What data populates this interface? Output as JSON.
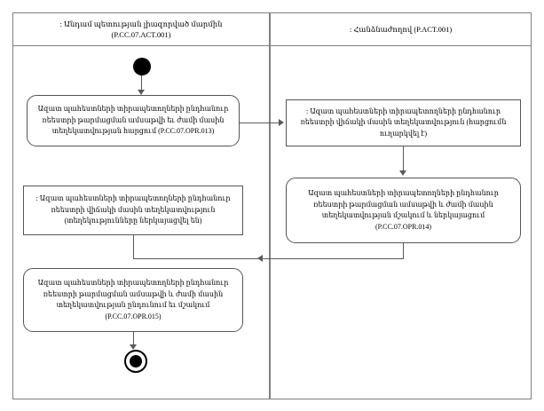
{
  "diagram": {
    "type": "uml-activity-diagram",
    "lanes": [
      {
        "id": "lane-left",
        "title_line1": ": Անդամ պետության լիազորված մարմին",
        "title_line2": "(P.CC.07.ACT.001)"
      },
      {
        "id": "lane-right",
        "title_line1": ": Հանձնաժողով (P.ACT.001)",
        "title_line2": ""
      }
    ],
    "nodes": {
      "initial": {
        "name": "initial-node",
        "label": ""
      },
      "final": {
        "name": "final-node",
        "label": ""
      },
      "action_1": {
        "line1": "Ազատ պահեստների տիրապետողների ընդհանուր",
        "line2": "ռեեստրի թարմացման ամսաթվի եւ ժամի մասին",
        "line3": "տեղեկատվության հարցում (P.CC.07.OPR.013)"
      },
      "object_1": {
        "line1": ": Ազատ պահեստների տիրապետողների ընդհանուր",
        "line2": "ռեեստրի վիճակի մասին տեղեկատվություն",
        "line3": "(հարցումն ուղարկվել է)"
      },
      "action_2": {
        "line1": "Ազատ պահեստների տիրապետողների",
        "line2": "ընդհանուր ռեեստրի թարմացման ամսաթվի և",
        "line3": "ժամի մասին տեղեկատվության մշակում և",
        "line4": "ներկայացում (P.CC.07.OPR.014)"
      },
      "object_2": {
        "line1": ": Ազատ պահեստների տիրապետողների ընդհանուր",
        "line2": "ռեեստրի վիճակի մասին տեղեկատվություն",
        "line3": "(տեղեկությունները ներկայացվել են)"
      },
      "action_3": {
        "line1": "Ազատ պահեստների տիրապետողների",
        "line2": "ընդհանուր ռեեստրի թարմացման ամսաթվի և",
        "line3": "ժամի մասին տեղեկատվության ընդունում եւ",
        "line4": "մշակում (P.CC.07.OPR.015)"
      }
    },
    "colors": {
      "lane_border": "#808080",
      "node_border": "#555555",
      "edge": "#5a5a5a",
      "node_fill": "#ffffff",
      "text": "#000000",
      "background": "#ffffff"
    }
  }
}
